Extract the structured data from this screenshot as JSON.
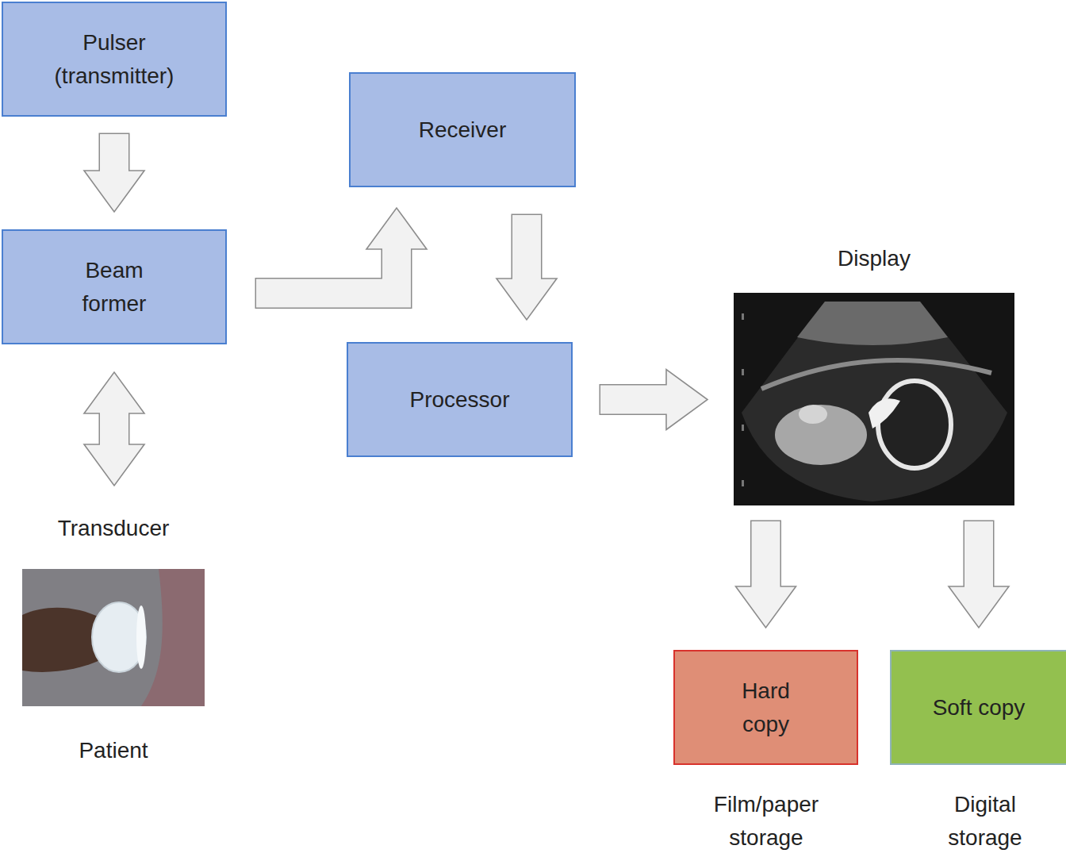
{
  "diagram": {
    "nodes": [
      {
        "text": [
          "Pulser (transmitter)"
        ]
      },
      {
        "text": [
          "Beam former"
        ]
      },
      {
        "text": [
          "Transducer",
          "Patient"
        ]
      },
      {
        "text": [
          "Receiver"
        ]
      },
      {
        "text": [
          "Processor"
        ]
      },
      {
        "text": [
          "Display"
        ]
      },
      {
        "text": [
          "Hard copy"
        ]
      },
      {
        "text": [
          "Soft copy"
        ]
      }
    ],
    "edges": [
      {
        "from": 0,
        "to": 1,
        "arrow": "to"
      },
      {
        "from": 1,
        "to": 2,
        "arrow": "both"
      },
      {
        "from": 1,
        "to": 3,
        "arrow": "to"
      },
      {
        "from": 3,
        "to": 4,
        "arrow": "to"
      },
      {
        "from": 4,
        "to": 5,
        "arrow": "to"
      },
      {
        "from": 5,
        "to": 6,
        "arrow": "to"
      },
      {
        "from": 5,
        "to": 7,
        "arrow": "to"
      }
    ],
    "labels": [
      "Film/paper storage",
      "Digital storage"
    ]
  }
}
